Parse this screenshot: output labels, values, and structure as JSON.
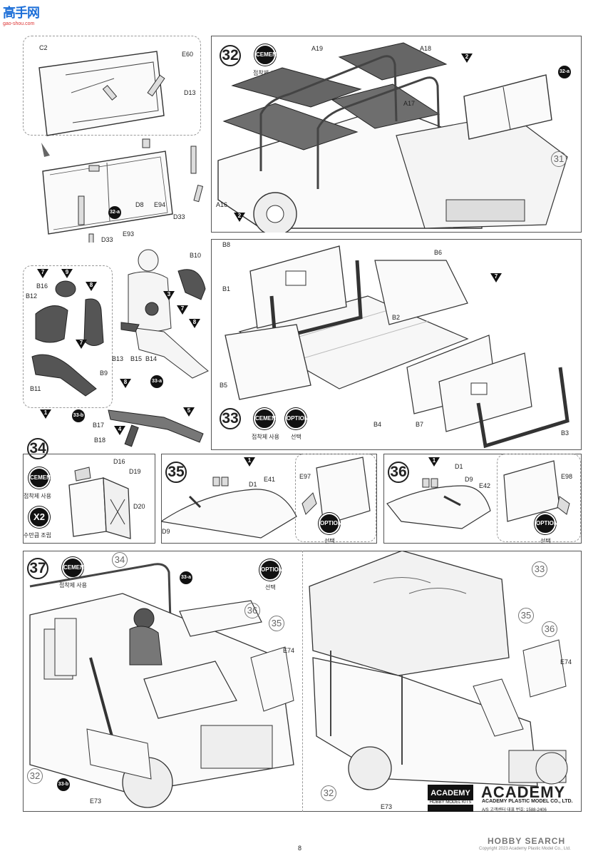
{
  "header": {
    "watermark_cn": "高手网",
    "watermark_url": "gao-shou.com"
  },
  "badges": {
    "cement": "CEMENT",
    "option": "OPTION",
    "x2": "X2"
  },
  "captions": {
    "cement_ko": "접착제 사용",
    "option_ko": "선택",
    "x2_ko": "수만큼 조립"
  },
  "steps": {
    "s31": "31",
    "s32": "32",
    "s33": "33",
    "s34": "34",
    "s35": "35",
    "s36": "36",
    "s37": "37"
  },
  "subrefs": {
    "a32": "32-a",
    "a33": "33-a",
    "b33": "33-b"
  },
  "markers": {
    "m1": "1",
    "m2": "2",
    "m3": "3",
    "m4": "4",
    "m5": "5",
    "m7": "7",
    "m8": "8",
    "m9": "9"
  },
  "parts": {
    "C2": "C2",
    "E60": "E60",
    "D13": "D13",
    "D8": "D8",
    "E94": "E94",
    "D33": "D33",
    "E93": "E93",
    "A19": "A19",
    "A18": "A18",
    "A17": "A17",
    "A16": "A16",
    "B16": "B16",
    "B12": "B12",
    "B11": "B11",
    "B9": "B9",
    "B13": "B13",
    "B15": "B15",
    "B14": "B14",
    "B10": "B10",
    "B17": "B17",
    "B18": "B18",
    "B8": "B8",
    "B1": "B1",
    "B6": "B6",
    "B2": "B2",
    "B5": "B5",
    "B4": "B4",
    "B7": "B7",
    "B3": "B3",
    "D16": "D16",
    "D19": "D19",
    "D20": "D20",
    "D1": "D1",
    "E41": "E41",
    "E97": "E97",
    "D9": "D9",
    "E42": "E42",
    "E98": "E98",
    "E74": "E74",
    "E73": "E73"
  },
  "brand": {
    "academy_small": "ACADEMY",
    "hobby_kits": "HOBBY MODEL KITS",
    "academy_big": "ACADEMY",
    "company": "ACADEMY PLASTIC MODEL CO., LTD.",
    "service": "A/S 고객센터 대표 번호: 1588-2406"
  },
  "footer": {
    "page_number": "8",
    "hobby_search": "HOBBY SEARCH",
    "copyright": "Copyright 2023 Academy Plastic Model Co., Ltd."
  }
}
